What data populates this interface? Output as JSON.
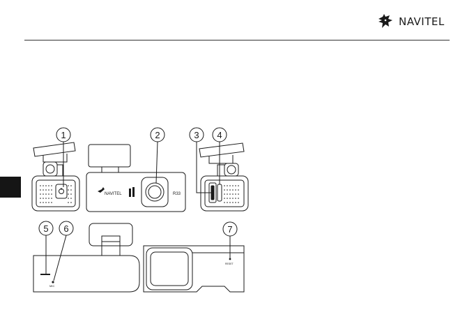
{
  "header": {
    "brand_name": "NAVITEL"
  },
  "figure": {
    "callouts": [
      "1",
      "2",
      "3",
      "4",
      "5",
      "6",
      "7"
    ],
    "device_brand": "NAVITEL",
    "device_model": "R33",
    "mic_label": "MIC",
    "reset_label": "RESET"
  },
  "colors": {
    "ink": "#1a1a1a",
    "side_tab": "#151515",
    "device_fill": "#ffffff"
  }
}
